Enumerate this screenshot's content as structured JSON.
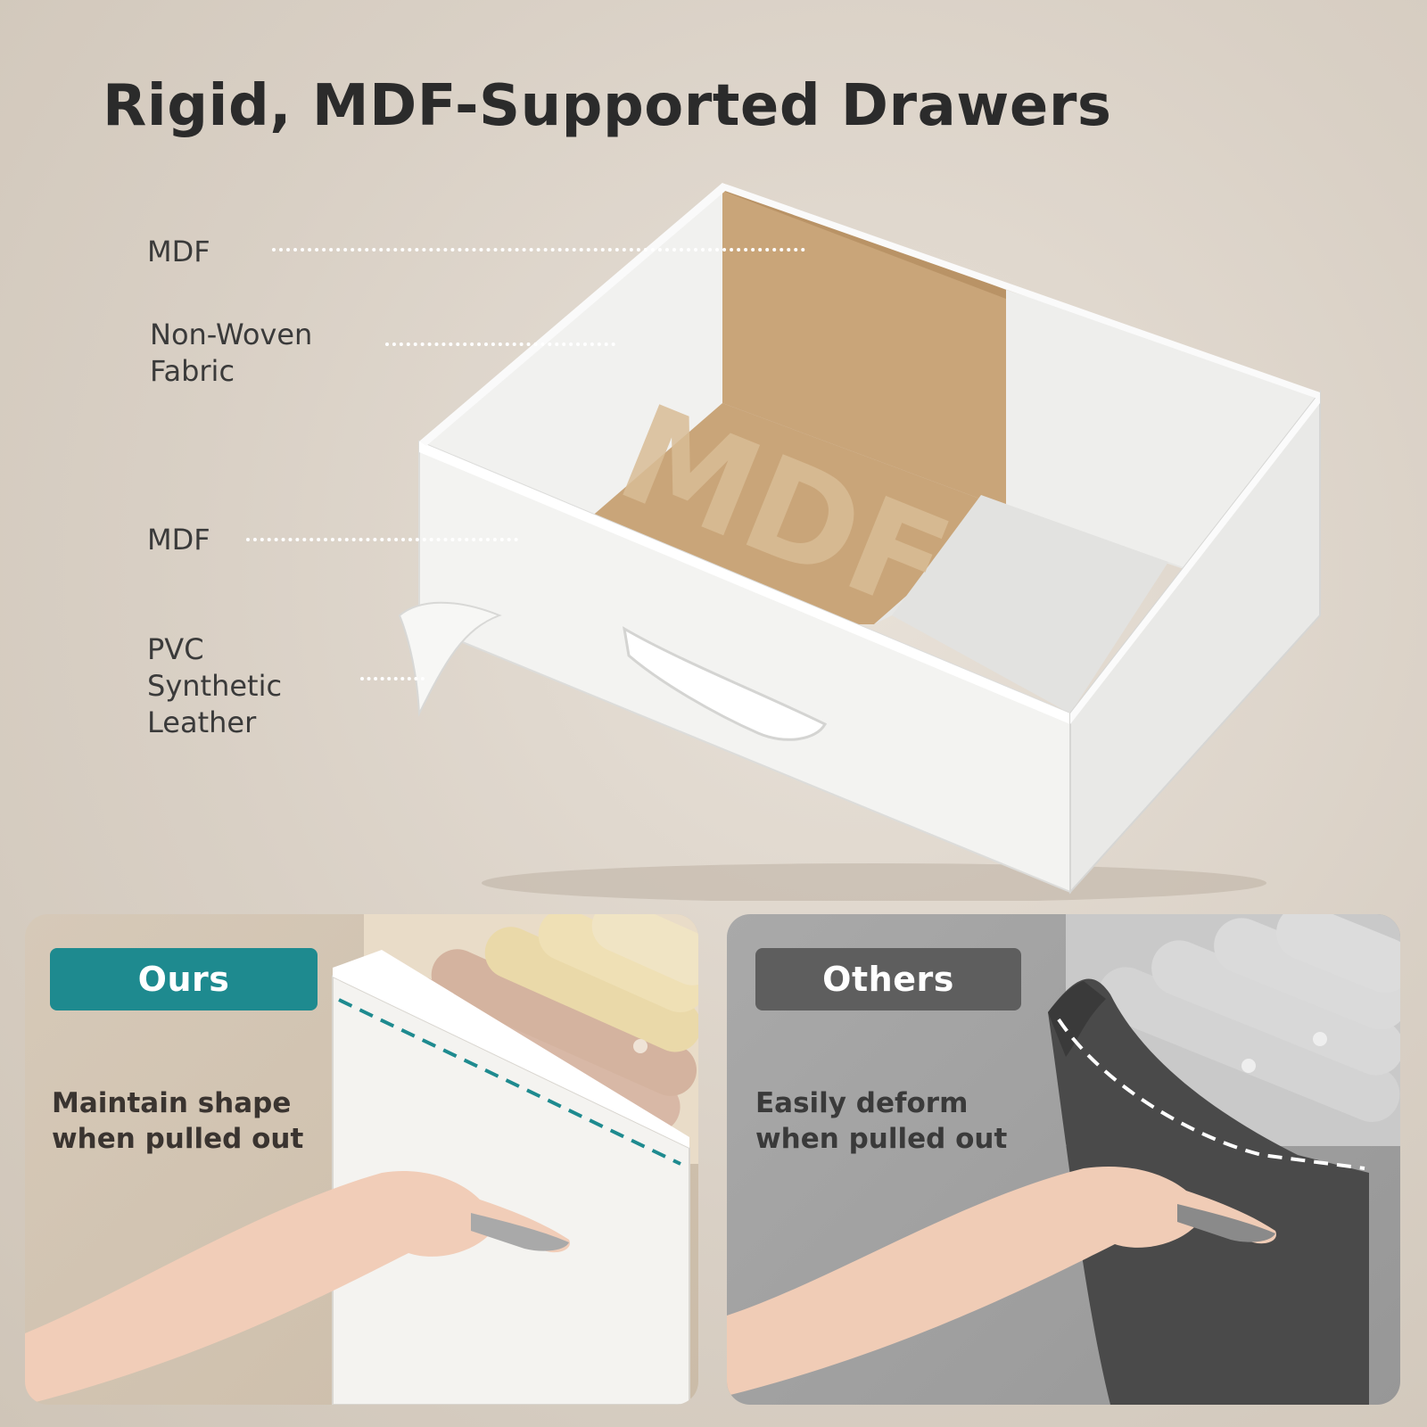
{
  "title": "Rigid, MDF-Supported Drawers",
  "callouts": [
    {
      "label": "MDF"
    },
    {
      "label": "Non-Woven Fabric"
    },
    {
      "label": "MDF"
    },
    {
      "label": "PVC Synthetic Leather"
    }
  ],
  "drawer": {
    "stamp_text": "MDF"
  },
  "comparison": {
    "ours": {
      "badge": "Ours",
      "line1": "Maintain shape",
      "line2": "when pulled out"
    },
    "others": {
      "badge": "Others",
      "line1": "Easily deform",
      "line2": "when pulled out"
    }
  },
  "colors": {
    "background": "#d9d0c5",
    "mdf": "#c9a579",
    "ours_badge": "#1e8a8f",
    "others_badge": "#5e5e5e",
    "drawer_white": "#f3f3f1"
  }
}
